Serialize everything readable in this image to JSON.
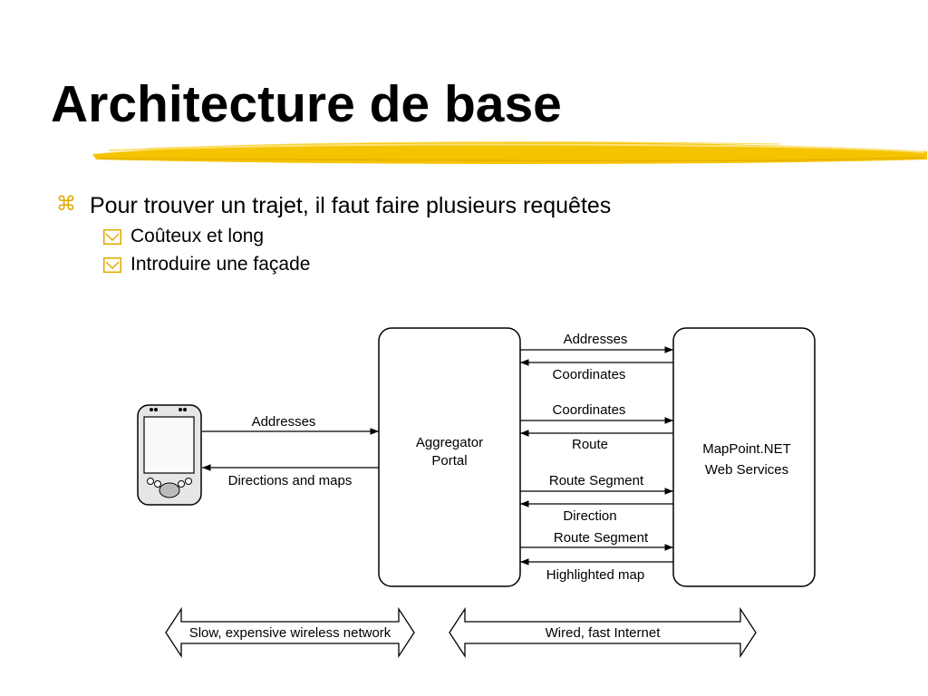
{
  "slide": {
    "title": "Architecture de base",
    "bullets": [
      {
        "text": "Pour trouver un trajet, il faut faire plusieurs requêtes",
        "sub": [
          "Coûteux et long",
          "Introduire une façade"
        ]
      }
    ]
  },
  "diagram": {
    "nodes": {
      "aggregator_line1": "Aggregator",
      "aggregator_line2": "Portal",
      "mappoint_line1": "MapPoint.NET",
      "mappoint_line2": "Web Services"
    },
    "client_links": {
      "request": "Addresses",
      "response": "Directions and maps"
    },
    "service_links": [
      "Addresses",
      "Coordinates",
      "Coordinates",
      "Route",
      "Route Segment",
      "Direction",
      "Route Segment",
      "Highlighted map"
    ],
    "networks": {
      "wireless": "Slow, expensive wireless network",
      "wired": "Wired, fast Internet"
    }
  },
  "colors": {
    "accent": "#f5c400",
    "bullet": "#e0a800"
  },
  "icons": {
    "bullet_level1": "command-key-icon",
    "bullet_level2": "checkbox-icon",
    "client_device": "pda-device-icon"
  }
}
